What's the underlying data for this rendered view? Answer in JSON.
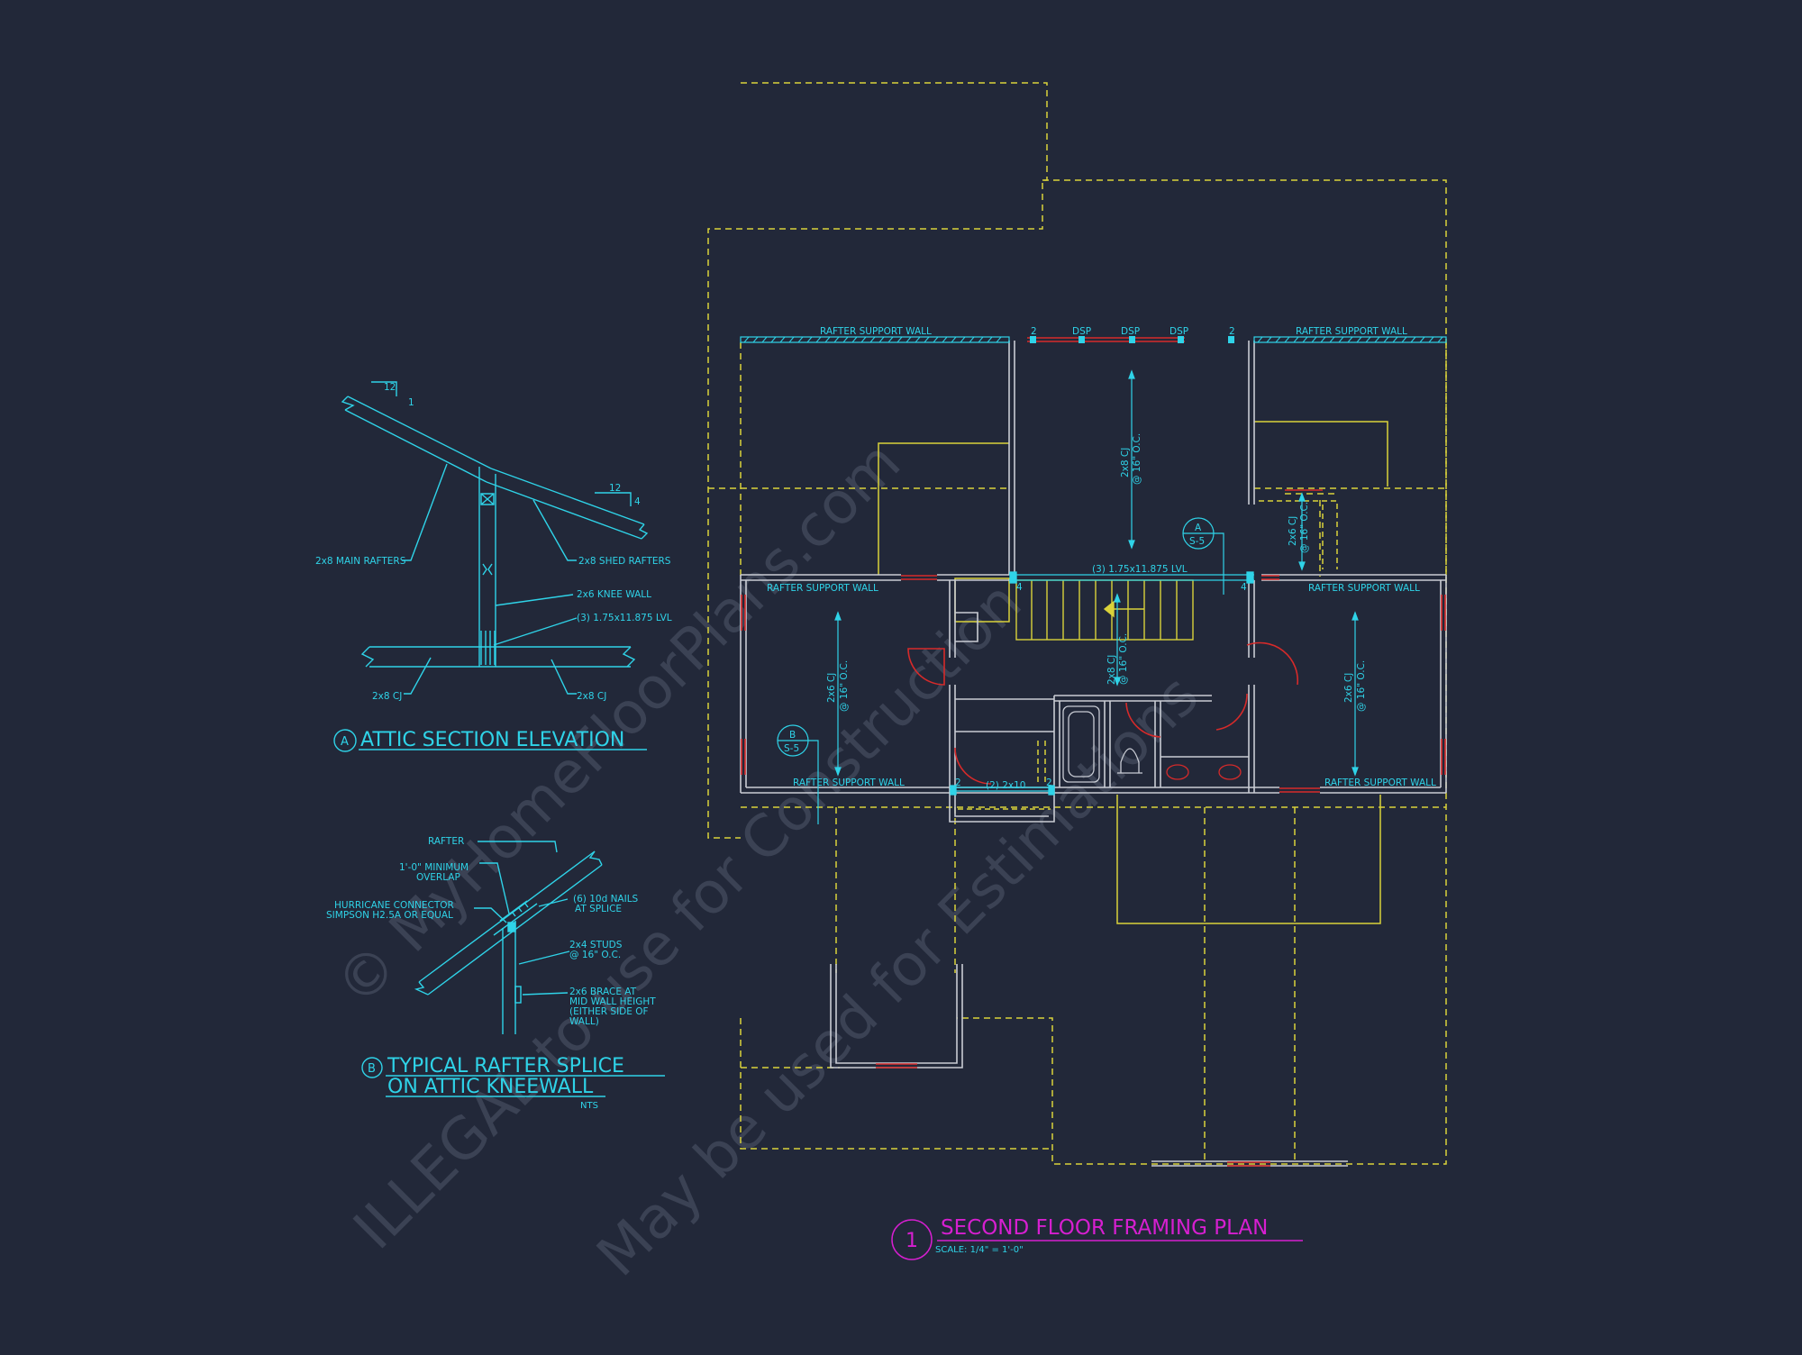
{
  "colors": {
    "background": "#222839",
    "wall": "#c9ccd4",
    "cyan": "#2fd3e8",
    "yellow": "#d9d23a",
    "red": "#d62a2a",
    "magenta": "#d61fd0",
    "watermark": "#3b4254"
  },
  "watermark": {
    "line1": "© MyHomeFloorPlans.com",
    "line2": "ILLEGAL to use for Construction",
    "line3": "May be used for Estimations"
  },
  "plan": {
    "number": "1",
    "title": "SECOND FLOOR FRAMING PLAN",
    "scale": "SCALE: 1/4\" = 1'-0\"",
    "labels": {
      "rafter_support_wall": "RAFTER SUPPORT WALL",
      "dsp": "DSP",
      "post_2": "2",
      "post_4": "4",
      "cj_2x8": "2x8 CJ",
      "cj_2x6": "2x6 CJ",
      "oc_16": "@ 16\" O.C.",
      "lvl": "(3) 1.75x11.875 LVL",
      "header_2x10": "(2) 2x10",
      "tag_a": "A",
      "tag_b": "B",
      "tag_sheet": "S-5"
    }
  },
  "section_a": {
    "tag": "A",
    "title": "ATTIC SECTION ELEVATION",
    "pitch_rise": "12",
    "pitch_run_main": "1",
    "pitch_run_shed": "4",
    "main_rafters": "2x8 MAIN RAFTERS",
    "shed_rafters": "2x8 SHED RAFTERS",
    "knee_wall": "2x6 KNEE WALL",
    "lvl": "(3) 1.75x11.875 LVL",
    "cj_left": "2x8 CJ",
    "cj_right": "2x8 CJ"
  },
  "section_b": {
    "tag": "B",
    "title_line1": "TYPICAL RAFTER SPLICE",
    "title_line2": "ON ATTIC KNEEWALL",
    "nts": "NTS",
    "rafter": "RAFTER",
    "overlap_1": "1'-0\" MINIMUM",
    "overlap_2": "OVERLAP",
    "connector_1": "HURRICANE CONNECTOR",
    "connector_2": "SIMPSON H2.5A OR EQUAL",
    "nails_1": "(6) 10d NAILS",
    "nails_2": "AT SPLICE",
    "studs_1": "2x4 STUDS",
    "studs_2": "@ 16\" O.C.",
    "brace_1": "2x6 BRACE AT",
    "brace_2": "MID WALL HEIGHT",
    "brace_3": "(EITHER SIDE OF",
    "brace_4": "WALL)"
  }
}
